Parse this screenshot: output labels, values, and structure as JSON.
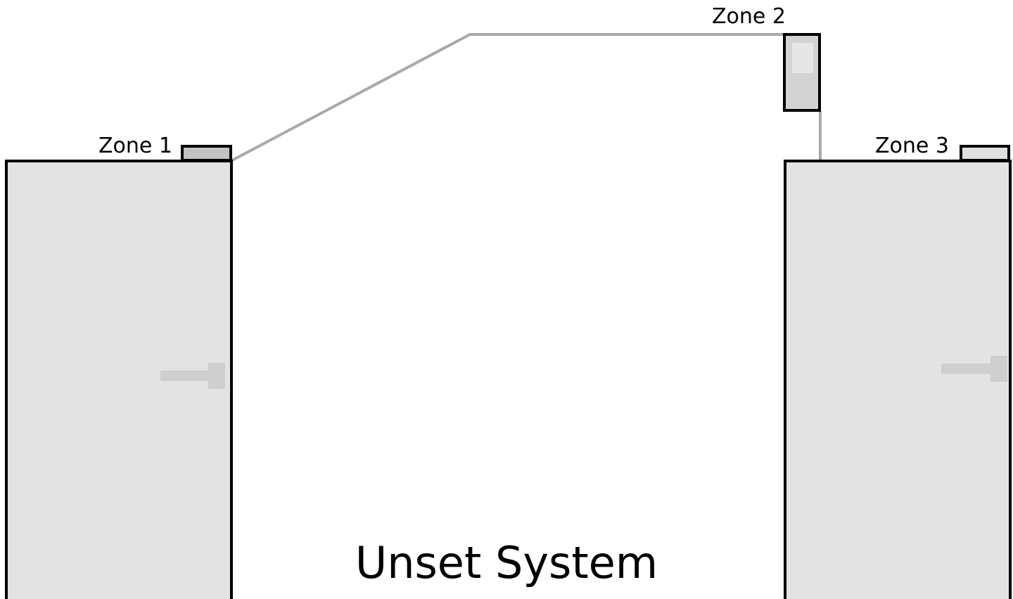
{
  "zones": [
    {
      "id": "zone1",
      "label": "Zone 1",
      "sensor_fill": "#c3c3c3"
    },
    {
      "id": "zone2",
      "label": "Zone 2",
      "sensor_fill": "#d3d3d3",
      "sensor_highlight": "#e6e6e6"
    },
    {
      "id": "zone3",
      "label": "Zone 3",
      "sensor_fill": "#e0e0e0"
    }
  ],
  "status": {
    "title": "Unset System"
  },
  "colors": {
    "door_fill": "#e3e3e3",
    "outline": "#000000",
    "wire": "#a9a9a9",
    "handle": "#cfcfcf",
    "background": "#ffffff"
  }
}
